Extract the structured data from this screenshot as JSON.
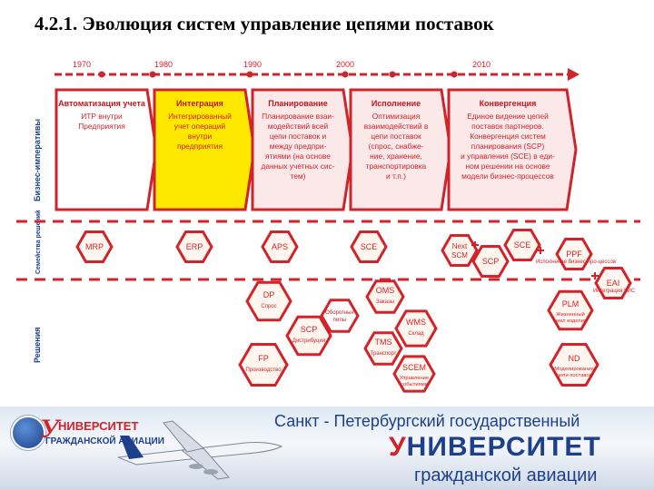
{
  "title": "4.2.1. Эволюция систем управление цепями поставок",
  "timeline": {
    "years": [
      "1970",
      "1980",
      "1990",
      "2000",
      "2010"
    ]
  },
  "rows": {
    "business": "Бизнес-императивы",
    "family": "Семейства решений",
    "solutions": "Решения"
  },
  "stages": [
    {
      "title": "Автоматизация учета",
      "lines": [
        "ИТР внутри",
        "Предприятия"
      ]
    },
    {
      "title": "Интеграция",
      "lines": [
        "Интегрированный",
        "учет операций",
        "внутри",
        "предприятия"
      ]
    },
    {
      "title": "Планирование",
      "lines": [
        "Планирование взаи-",
        "модействий всей",
        "цепи поставок и",
        "между предпри-",
        "ятиями (на основе",
        "данных учетных сис-",
        "тем)"
      ]
    },
    {
      "title": "Исполнение",
      "lines": [
        "Оптимизация",
        "взаимодействий в",
        "цепи поставок",
        "(спрос, снабже-",
        "ние, хранение,",
        "транспортировка",
        "и т.п.)"
      ]
    },
    {
      "title": "Конвергенция",
      "lines": [
        "Единое видение цепей",
        "поставок партнеров.",
        "Конвергенция систем",
        "планирования (SCP)",
        "и управления (SCE) в еди-",
        "ном решении на основе",
        "модели бизнес-процессов"
      ]
    }
  ],
  "families": [
    "MRP",
    "ERP",
    "APS",
    "SCE",
    "Next SCM",
    "SCP",
    "SCE",
    "PPF",
    "EAI"
  ],
  "family_notes": {
    "ppf": "Исполнение бизнес-про-цессов",
    "eai": "Интеграция КИС"
  },
  "solutions": [
    {
      "code": "DP",
      "desc": "Спрос"
    },
    {
      "code": "SCP",
      "desc": "Дистрибуция"
    },
    {
      "code": "FP",
      "desc": "Производство"
    },
    {
      "code": "",
      "desc": "Оборотные пилы"
    },
    {
      "code": "OMS",
      "desc": "Заказы"
    },
    {
      "code": "WMS",
      "desc": "Склад"
    },
    {
      "code": "TMS",
      "desc": "Транспорт"
    },
    {
      "code": "SCEM",
      "desc": "Управление событиями"
    },
    {
      "code": "PLM",
      "desc": "Жизненный цикл изделия"
    },
    {
      "code": "ND",
      "desc": "Моделирование цепи поставок"
    }
  ],
  "banner": {
    "logo_letter": "У",
    "logo_word": "НИВЕРСИТЕТ",
    "logo_sub": "ГРАЖДАНСКОЙ АВИАЦИИ",
    "line1": "Санкт - Петербургский государственный",
    "line2_first": "У",
    "line2_rest": "НИВЕРСИТЕТ",
    "line3": "гражданской авиации"
  },
  "colors": {
    "red": "#d2232a",
    "yellow": "#ffe800",
    "stage_fill": "#fbe9e9",
    "hex_fill": "#fff7ef",
    "navy": "#1d3f8c"
  },
  "icons": [
    "plane-icon",
    "globe-icon"
  ]
}
